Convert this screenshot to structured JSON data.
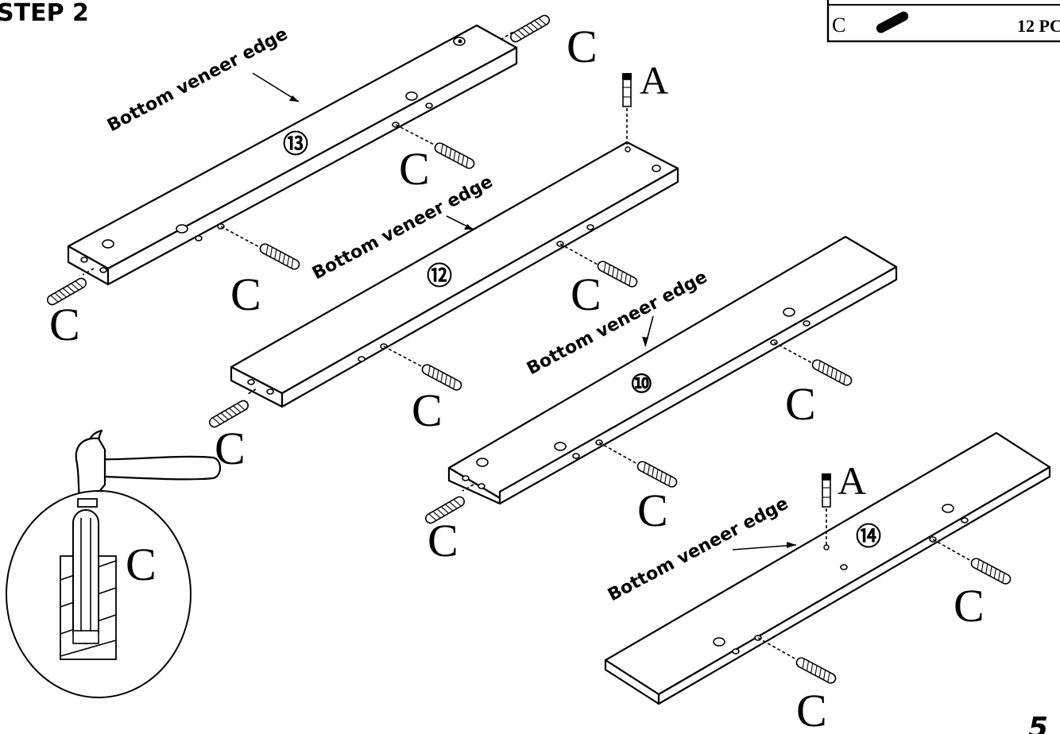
{
  "step_title": "STEP 2",
  "legend": {
    "letter": "C",
    "quantity": "12 PC"
  },
  "veneer_label": "Bottom veneer edge",
  "panels": [
    {
      "number": "⑬"
    },
    {
      "number": "⑫"
    },
    {
      "number": "⑩"
    },
    {
      "number": "⑭"
    }
  ],
  "dowel_letter": "C",
  "cam_letter": "A",
  "detail_letter": "C",
  "page_number": "5"
}
